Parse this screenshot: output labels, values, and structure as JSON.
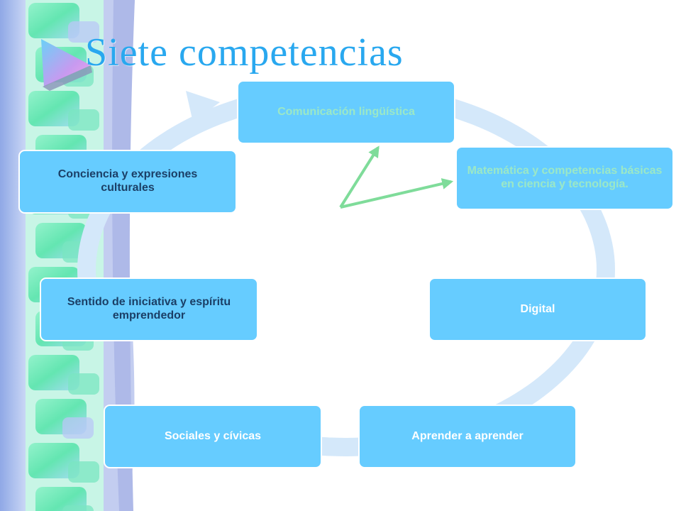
{
  "slide": {
    "title": "Siete competencias"
  },
  "nodes": [
    {
      "id": "comunicacion",
      "label": "Comunicación lingüística"
    },
    {
      "id": "matematica",
      "label": "Matemática y competencias básicas en ciencia y tecnología."
    },
    {
      "id": "digital",
      "label": "Digital"
    },
    {
      "id": "aprender",
      "label": "Aprender a aprender"
    },
    {
      "id": "sociales",
      "label": "Sociales y cívicas"
    },
    {
      "id": "iniciativa",
      "label": "Sentido de iniciativa y espíritu emprendedor"
    },
    {
      "id": "conciencia",
      "label": "Conciencia y expresiones culturales"
    }
  ],
  "colors": {
    "title": "#29a8ef",
    "node_fill": "#66ccff",
    "ring": "#d4e8fa",
    "connector": "#7fdc9a"
  }
}
